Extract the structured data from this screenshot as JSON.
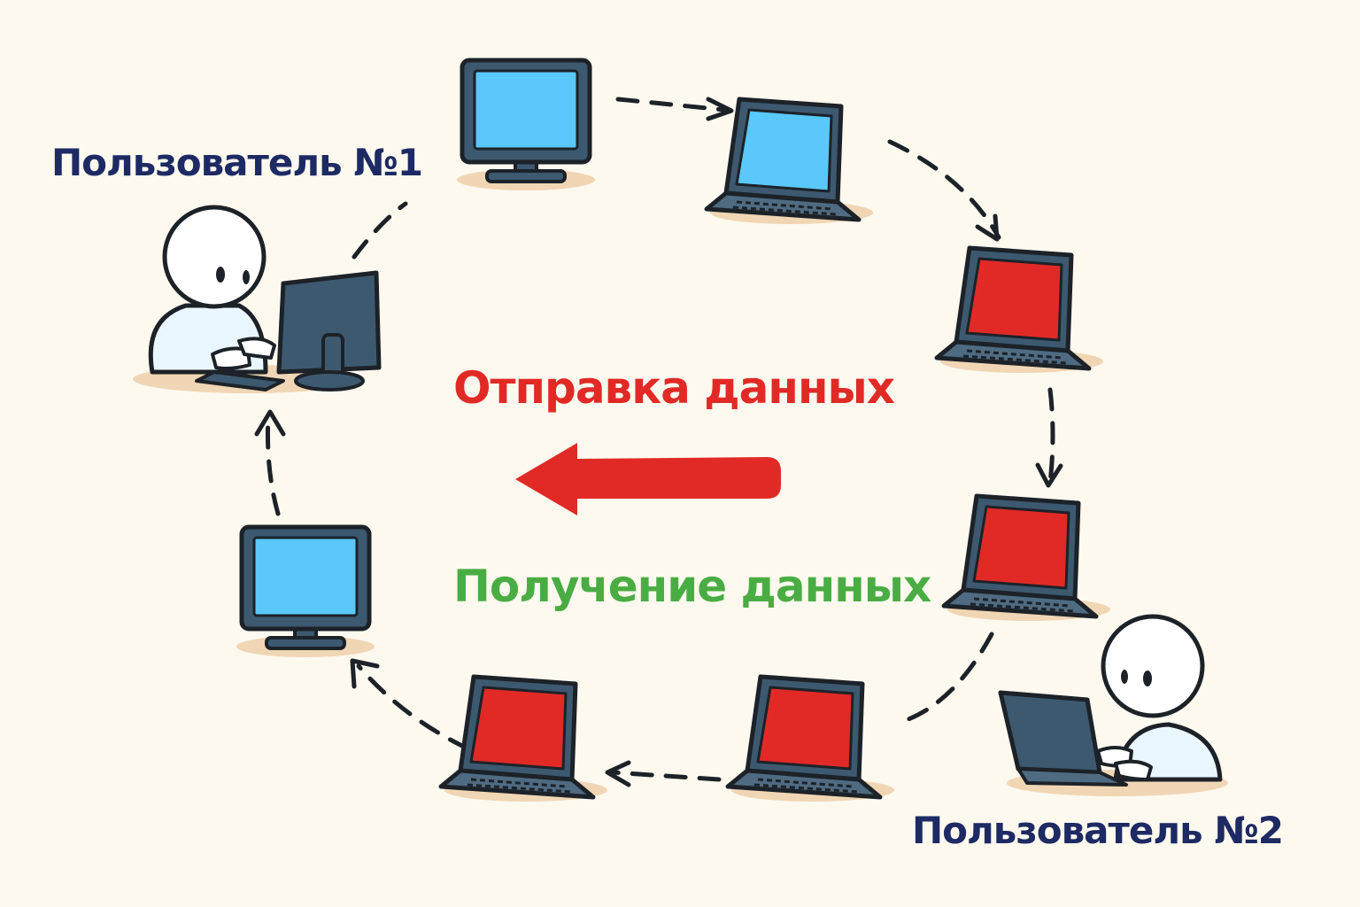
{
  "labels": {
    "user1": "Пользователь №1",
    "user2": "Пользователь №2",
    "send": "Отправка данных",
    "receive": "Получение данных"
  },
  "icons": {
    "user1": "person-at-desktop-icon",
    "user2": "person-at-laptop-icon",
    "node_desktop": "desktop-computer-icon",
    "node_laptop": "laptop-icon",
    "direction_arrow": "left-arrow-icon"
  },
  "colors": {
    "background": "#fdf9ef",
    "user_label": "#1d2a63",
    "send_label": "#e12a26",
    "receive_label": "#4aad43",
    "arrow": "#e12a26",
    "screen_normal": "#5ac8fa",
    "screen_active": "#e12a26",
    "device_body": "#3d5970",
    "outline": "#1c2228",
    "shadow": "#f0d6b4"
  }
}
